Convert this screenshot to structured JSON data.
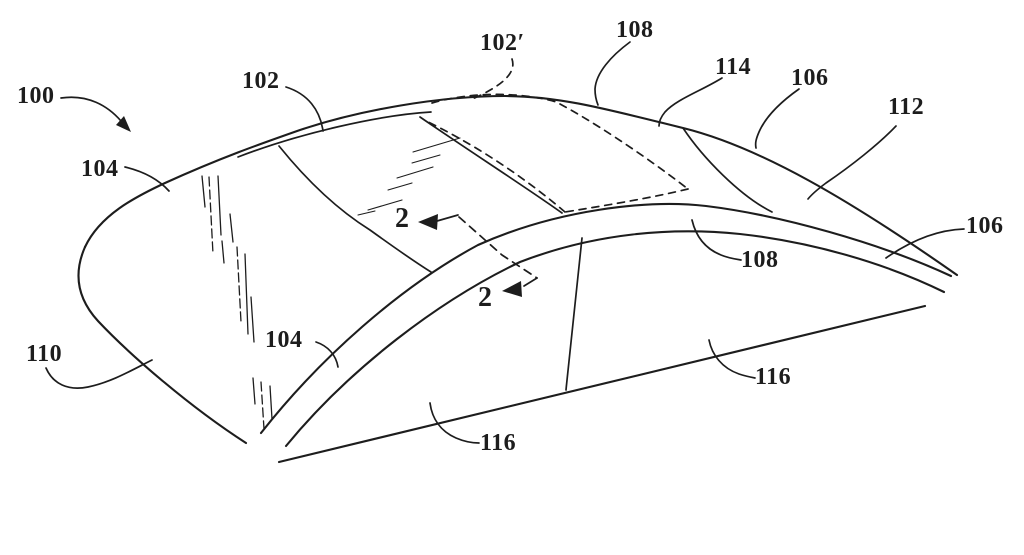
{
  "page": {
    "background": "#ffffff",
    "ink": "#1d1d1d"
  },
  "figure": {
    "reference_labels": {
      "ref_100": "100",
      "ref_104_top": "104",
      "ref_102": "102",
      "ref_102_prime": "102′",
      "ref_108_top": "108",
      "ref_114": "114",
      "ref_106_top": "106",
      "ref_112": "112",
      "ref_106_right": "106",
      "ref_108_middle": "108",
      "ref_116_right": "116",
      "ref_116_bottom": "116",
      "ref_110": "110",
      "ref_104_bottom": "104",
      "section_marker_top": "2",
      "section_marker_bottom": "2"
    }
  }
}
